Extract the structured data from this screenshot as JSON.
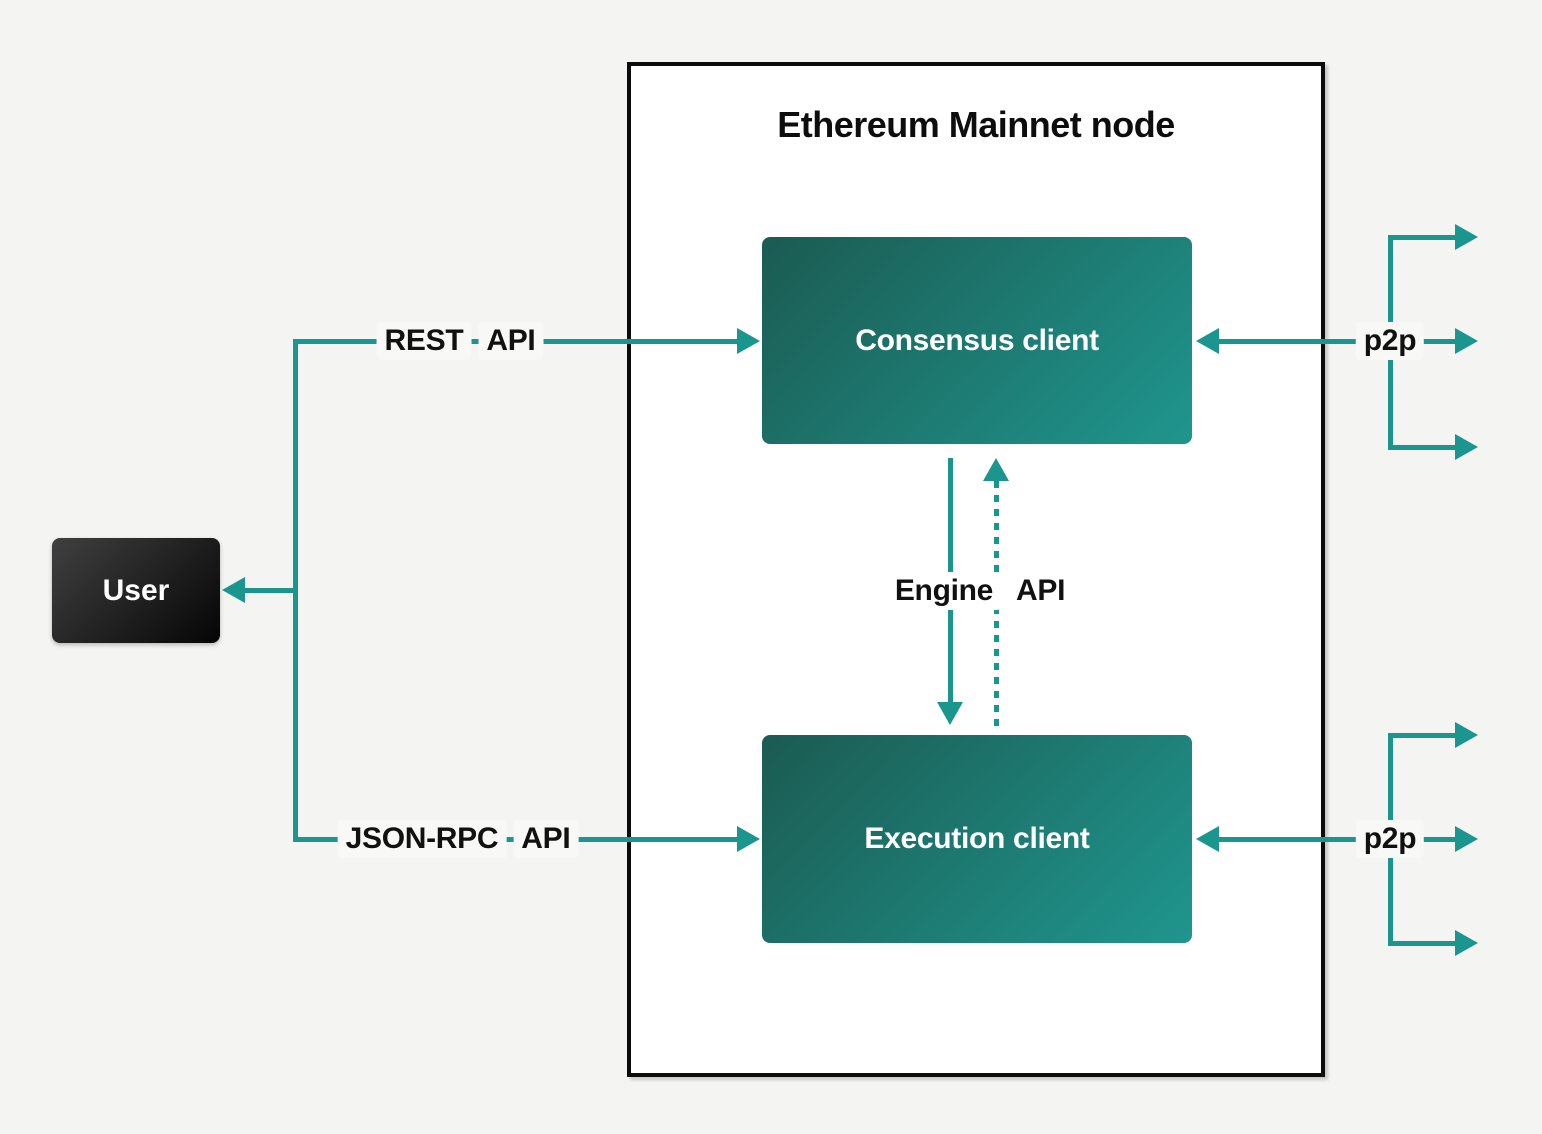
{
  "diagram": {
    "title": "Ethereum Mainnet node",
    "nodes": {
      "user": {
        "label": "User"
      },
      "consensus": {
        "label": "Consensus client"
      },
      "execution": {
        "label": "Execution client"
      }
    },
    "edges": {
      "rest": {
        "label": "REST API"
      },
      "jsonrpc": {
        "label": "JSON-RPC API"
      },
      "engine": {
        "label": "Engine API"
      },
      "p2p_top": {
        "label": "p2p"
      },
      "p2p_bottom": {
        "label": "p2p"
      }
    },
    "colors": {
      "accent": "#1b968f",
      "client_gradient_start": "#1b5b52",
      "client_gradient_end": "#1f968e",
      "user_gradient_start": "#404040",
      "user_gradient_end": "#050505",
      "node_border": "#0c0c0c",
      "background": "#f4f4f2"
    }
  }
}
